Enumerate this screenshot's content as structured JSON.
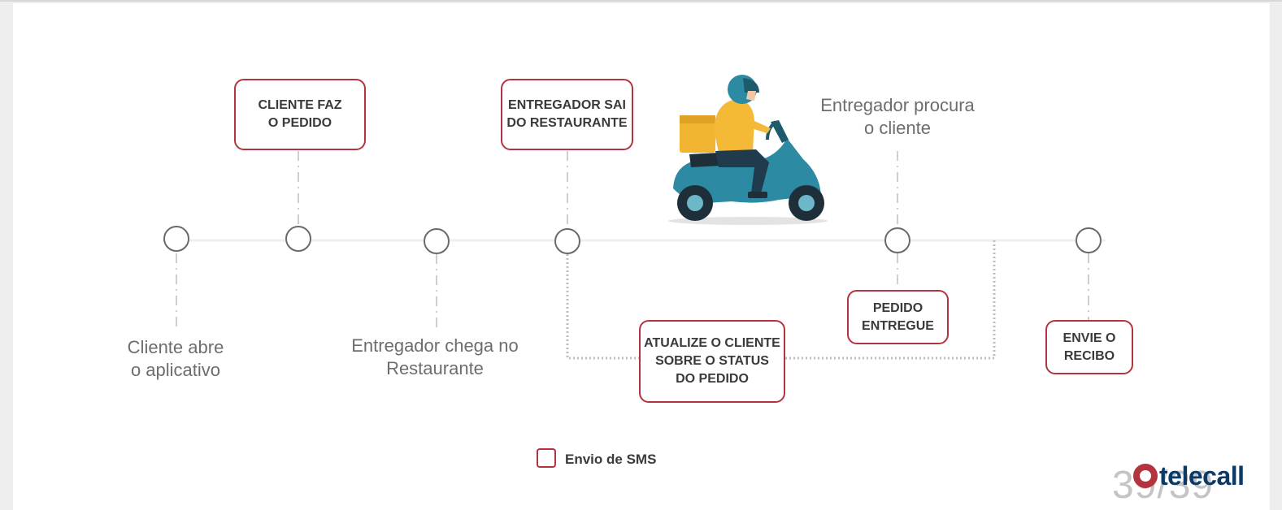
{
  "boxes": {
    "cliente_faz_pedido": "CLIENTE FAZ\nO PEDIDO",
    "entregador_sai": "ENTREGADOR SAI\nDO RESTAURANTE",
    "atualize_cliente": "ATUALIZE O CLIENTE\nSOBRE O STATUS\nDO PEDIDO",
    "pedido_entregue": "PEDIDO\nENTREGUE",
    "envie_recibo": "ENVIE O\nRECIBO"
  },
  "labels": {
    "cliente_abre": "Cliente abre\no aplicativo",
    "entregador_chega": "Entregador chega no\nRestaurante",
    "entregador_procura": "Entregador procura\no cliente"
  },
  "legend": {
    "label": "Envio de SMS"
  },
  "footer": {
    "page_number": "39/39",
    "brand": "telecall"
  },
  "colors": {
    "accent": "#b3333f",
    "line": "#ececec",
    "dash": "#bdbdbd",
    "brand_text": "#0b3a66"
  },
  "icons": {
    "illustration": "delivery-scooter-rider"
  }
}
